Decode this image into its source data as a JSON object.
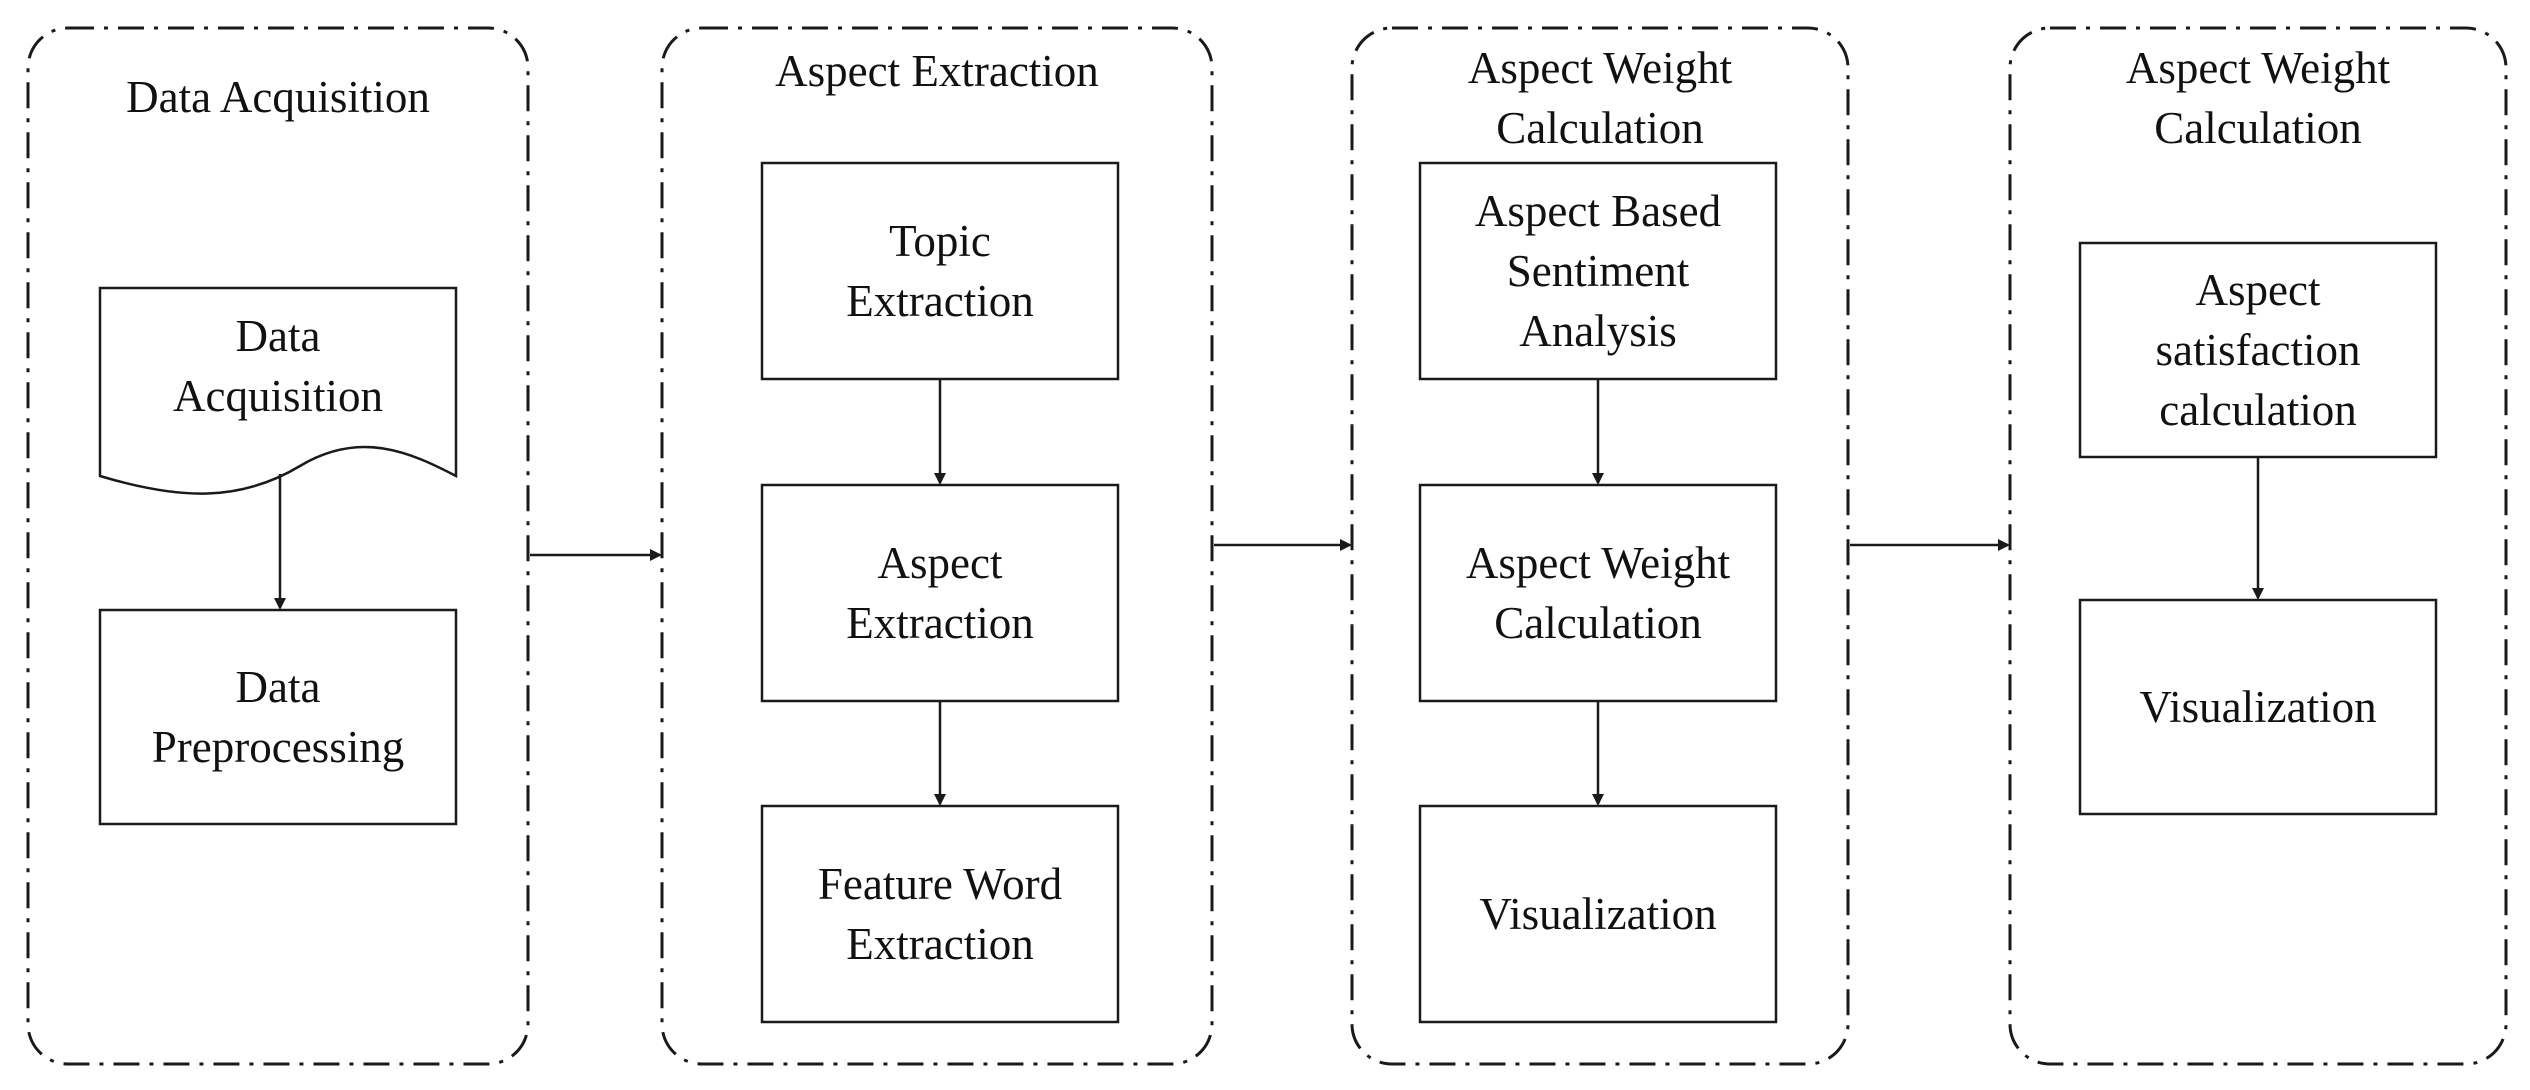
{
  "colors": {
    "stroke": "#1a1a1a",
    "text": "#111111",
    "background": "#ffffff"
  },
  "stages": [
    {
      "title": [
        "Data Acquisition"
      ]
    },
    {
      "title": [
        "Aspect Extraction"
      ]
    },
    {
      "title": [
        "Aspect Weight",
        "Calculation"
      ]
    },
    {
      "title": [
        "Aspect Weight",
        "Calculation"
      ]
    }
  ],
  "steps": {
    "data_acquisition": [
      "Data",
      "Acquisition"
    ],
    "data_preprocessing": [
      "Data",
      "Preprocessing"
    ],
    "topic_extraction": [
      "Topic",
      "Extraction"
    ],
    "aspect_extraction": [
      "Aspect",
      "Extraction"
    ],
    "feature_word_extraction": [
      "Feature Word",
      "Extraction"
    ],
    "aspect_based_sentiment": [
      "Aspect Based",
      "Sentiment",
      "Analysis"
    ],
    "aspect_weight_calculation": [
      "Aspect Weight",
      "Calculation"
    ],
    "visualization_3": [
      "Visualization"
    ],
    "aspect_satisfaction": [
      "Aspect",
      "satisfaction",
      "calculation"
    ],
    "visualization_4": [
      "Visualization"
    ]
  }
}
